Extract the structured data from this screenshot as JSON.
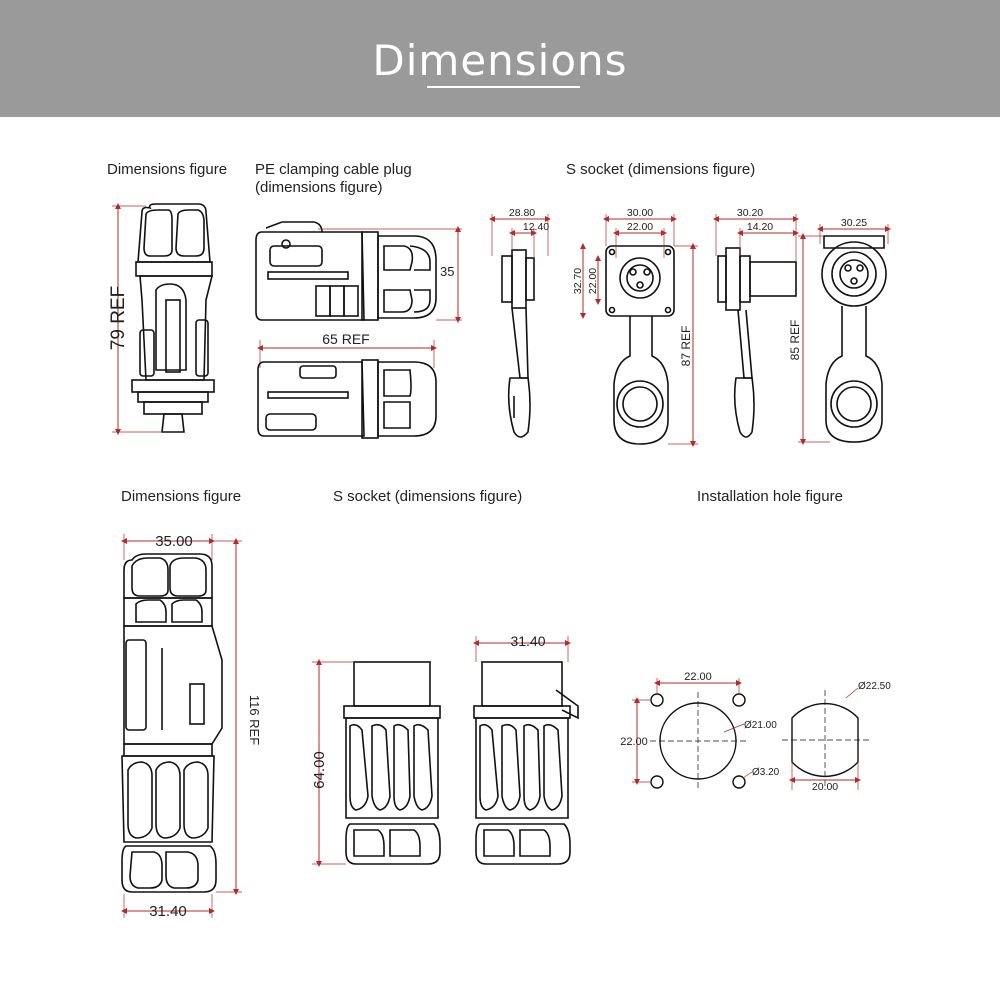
{
  "header": {
    "title": "Dimensions"
  },
  "captions": {
    "dims_top": "Dimensions figure",
    "pe_plug_line1": "PE clamping cable plug",
    "pe_plug_line2": "(dimensions figure)",
    "s_socket_top": "S socket (dimensions figure)",
    "dims_bottom": "Dimensions figure",
    "s_socket_bottom": "S socket (dimensions figure)",
    "install_hole": "Installation hole figure"
  },
  "dimensions": {
    "plug_height": "79 REF",
    "pe_height": "35",
    "pe_length": "65 REF",
    "s1_w_outer": "28.80",
    "s1_w_inner": "12.40",
    "s2_w_outer": "30.00",
    "s2_w_inner": "22.00",
    "s2_h_outer": "32.70",
    "s2_h_inner": "22.00",
    "s2_total": "87 REF",
    "s3_w_outer": "30.20",
    "s3_w_inner": "14.20",
    "s4_w": "30.25",
    "s4_total": "85 REF",
    "b1_top": "35.00",
    "b1_bottom": "31.40",
    "b1_total": "116 REF",
    "b2_height": "64.00",
    "b3_top": "31.40",
    "hole_w": "22.00",
    "hole_h": "22.00",
    "hole_d_big": "Ø21.00",
    "hole_d_small": "Ø3.20",
    "hole2_d": "Ø22.50",
    "hole2_w": "20.00"
  },
  "colors": {
    "header_bg": "#9a9a9a",
    "dim_line": "#b52a2a",
    "outline": "#111111"
  }
}
